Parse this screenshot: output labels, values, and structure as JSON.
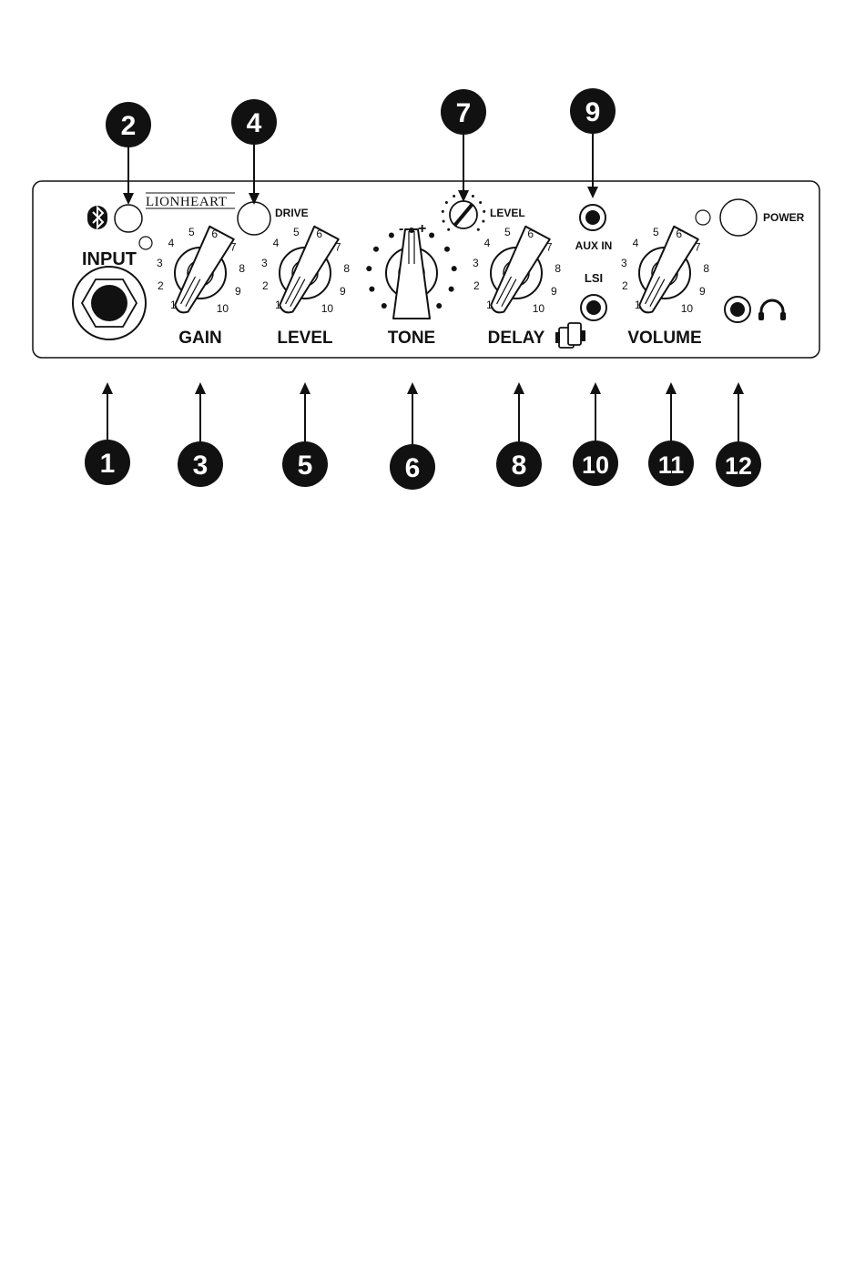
{
  "brand": "LIONHEART",
  "panel_labels": {
    "input": "INPUT",
    "drive": "DRIVE",
    "gain": "GAIN",
    "level": "LEVEL",
    "tone": "TONE",
    "delay_level": "LEVEL",
    "delay": "DELAY",
    "aux_in": "AUX IN",
    "lsi": "LSI",
    "volume": "VOLUME",
    "power": "POWER"
  },
  "scale_numbers": [
    "1",
    "2",
    "3",
    "4",
    "5",
    "6",
    "7",
    "8",
    "9",
    "10"
  ],
  "tone_marks": {
    "minus": "-",
    "plus": "+"
  },
  "callouts": [
    "1",
    "2",
    "3",
    "4",
    "5",
    "6",
    "7",
    "8",
    "9",
    "10",
    "11",
    "12"
  ],
  "icons": {
    "bluetooth": "bluetooth-icon",
    "headphones": "headphones-icon",
    "phone_link": "phone-link-icon"
  }
}
